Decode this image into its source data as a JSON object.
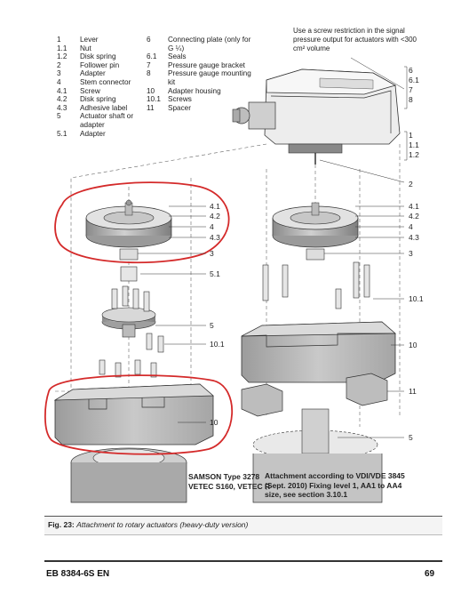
{
  "legend": {
    "col1": [
      {
        "num": "1",
        "text": "Lever"
      },
      {
        "num": "1.1",
        "text": "Nut"
      },
      {
        "num": "1.2",
        "text": "Disk spring"
      },
      {
        "num": "2",
        "text": "Follower pin"
      },
      {
        "num": "3",
        "text": "Adapter"
      },
      {
        "num": "4",
        "text": "Stem connector"
      },
      {
        "num": "4.1",
        "text": "Screw"
      },
      {
        "num": "4.2",
        "text": "Disk spring"
      },
      {
        "num": "4.3",
        "text": "Adhesive label"
      },
      {
        "num": "5",
        "text": "Actuator shaft or adapter"
      },
      {
        "num": "5.1",
        "text": "Adapter"
      }
    ],
    "col2": [
      {
        "num": "6",
        "text": "Connecting plate (only for G ¼)"
      },
      {
        "num": "6.1",
        "text": "Seals"
      },
      {
        "num": "7",
        "text": "Pressure gauge bracket"
      },
      {
        "num": "8",
        "text": "Pressure gauge mounting kit"
      },
      {
        "num": "10",
        "text": "Adapter housing"
      },
      {
        "num": "10.1",
        "text": "Screws"
      },
      {
        "num": "11",
        "text": "Spacer"
      }
    ]
  },
  "note": "Use a screw restriction in the signal pressure output for actuators with <300 cm² volume",
  "callouts": {
    "r6": "6",
    "r61": "6.1",
    "r7": "7",
    "r8": "8",
    "r1": "1",
    "r11": "1.1",
    "r12": "1.2",
    "r2": "2",
    "r41": "4.1",
    "r42": "4.2",
    "r4": "4",
    "r43": "4.3",
    "r3": "3",
    "r101": "10.1",
    "r10": "10",
    "r11b": "11",
    "r5": "5",
    "l41": "4.1",
    "l42": "4.2",
    "l4": "4",
    "l43": "4.3",
    "l3": "3",
    "l51": "5.1",
    "l5": "5",
    "l101": "10.1",
    "l10": "10"
  },
  "labels": {
    "samson_line1": "SAMSON Type 3278",
    "samson_line2": "VETEC S160, VETEC R",
    "vdi_line1": "Attachment according to VDI/VDE 3845",
    "vdi_line2": "(Sept. 2010) Fixing level 1, AA1 to AA4",
    "vdi_line3": "size, see section 3.10.1"
  },
  "caption": {
    "fig": "Fig. 23:",
    "text": "Attachment to rotary actuators (heavy-duty version)"
  },
  "footer": {
    "doc": "EB 8384-6S EN",
    "page": "69"
  },
  "colors": {
    "annotation_red": "#d42a2a",
    "part_gray": "#b9b9b9",
    "part_dark": "#8a8a8a"
  }
}
